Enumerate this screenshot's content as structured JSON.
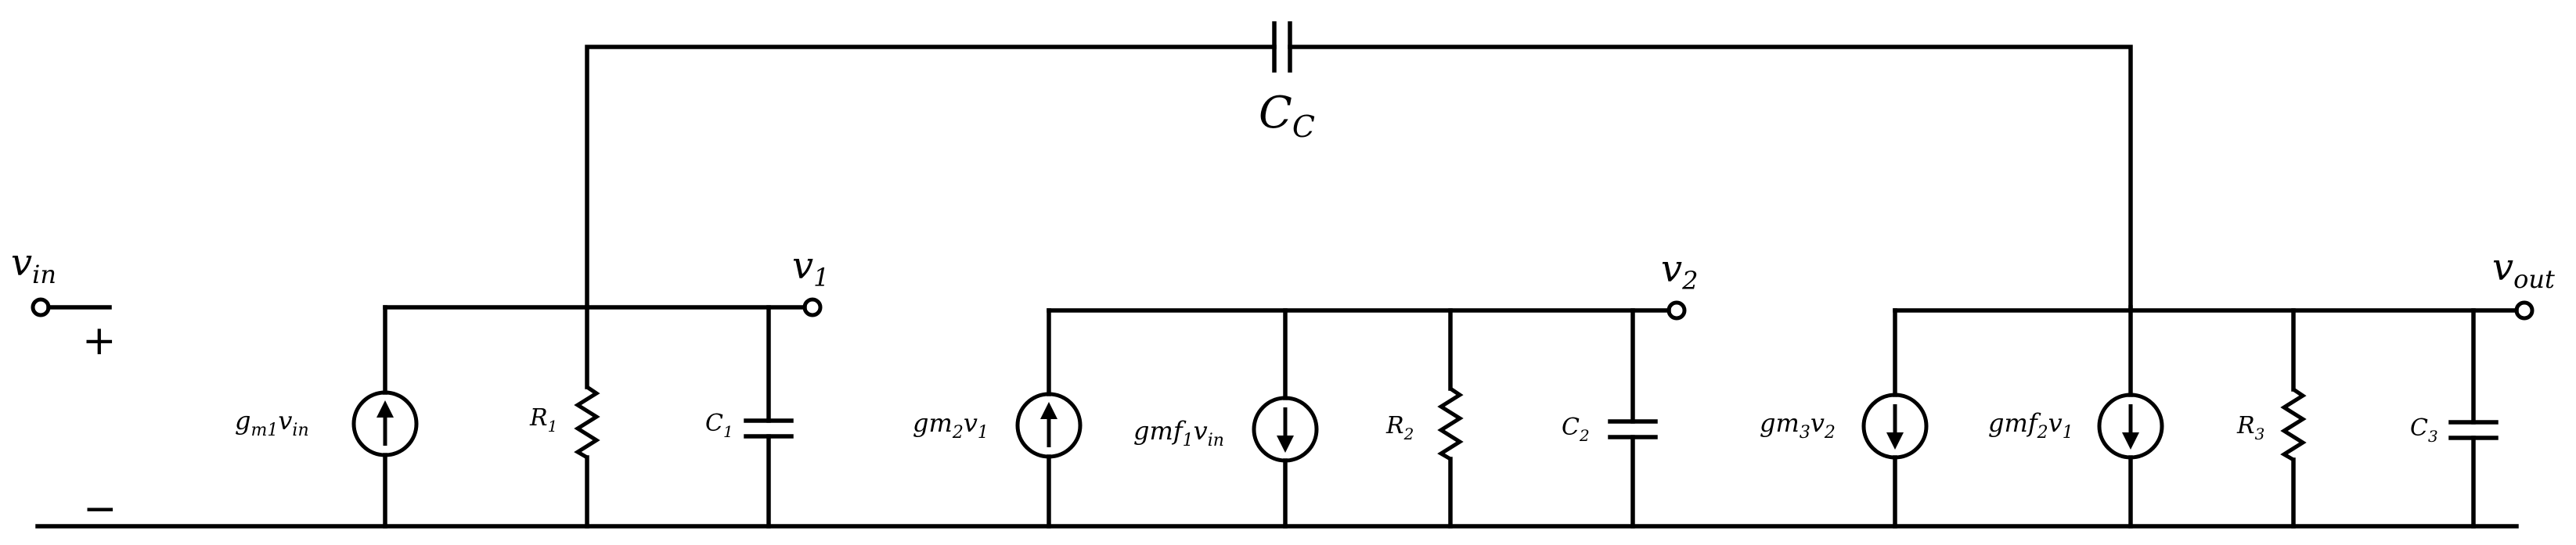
{
  "diagram": {
    "nodes": {
      "vin": {
        "main": "v",
        "sub": "in"
      },
      "v1": {
        "main": "v",
        "sub": "1"
      },
      "v2": {
        "main": "v",
        "sub": "2"
      },
      "vout": {
        "main": "v",
        "sub": "out"
      }
    },
    "polarity": {
      "plus": "+",
      "minus": "−"
    },
    "compensation_cap": {
      "main": "C",
      "sub": "C"
    },
    "stage1": {
      "source": {
        "main": "g",
        "sub": "m1",
        "tail_main": "v",
        "tail_sub": "in",
        "direction": "up"
      },
      "resistor": {
        "main": "R",
        "sub": "1"
      },
      "capacitor": {
        "main": "C",
        "sub": "1"
      }
    },
    "stage2": {
      "source_a": {
        "main": "gm",
        "sub": "2",
        "tail_main": "v",
        "tail_sub": "1",
        "direction": "up"
      },
      "source_b": {
        "main": "gmf",
        "sub": "1",
        "tail_main": "v",
        "tail_sub": "in",
        "direction": "down"
      },
      "resistor": {
        "main": "R",
        "sub": "2"
      },
      "capacitor": {
        "main": "C",
        "sub": "2"
      }
    },
    "stage3": {
      "source_a": {
        "main": "gm",
        "sub": "3",
        "tail_main": "v",
        "tail_sub": "2",
        "direction": "down"
      },
      "source_b": {
        "main": "gmf",
        "sub": "2",
        "tail_main": "v",
        "tail_sub": "1",
        "direction": "down"
      },
      "resistor": {
        "main": "R",
        "sub": "3"
      },
      "capacitor": {
        "main": "C",
        "sub": "3"
      }
    }
  }
}
